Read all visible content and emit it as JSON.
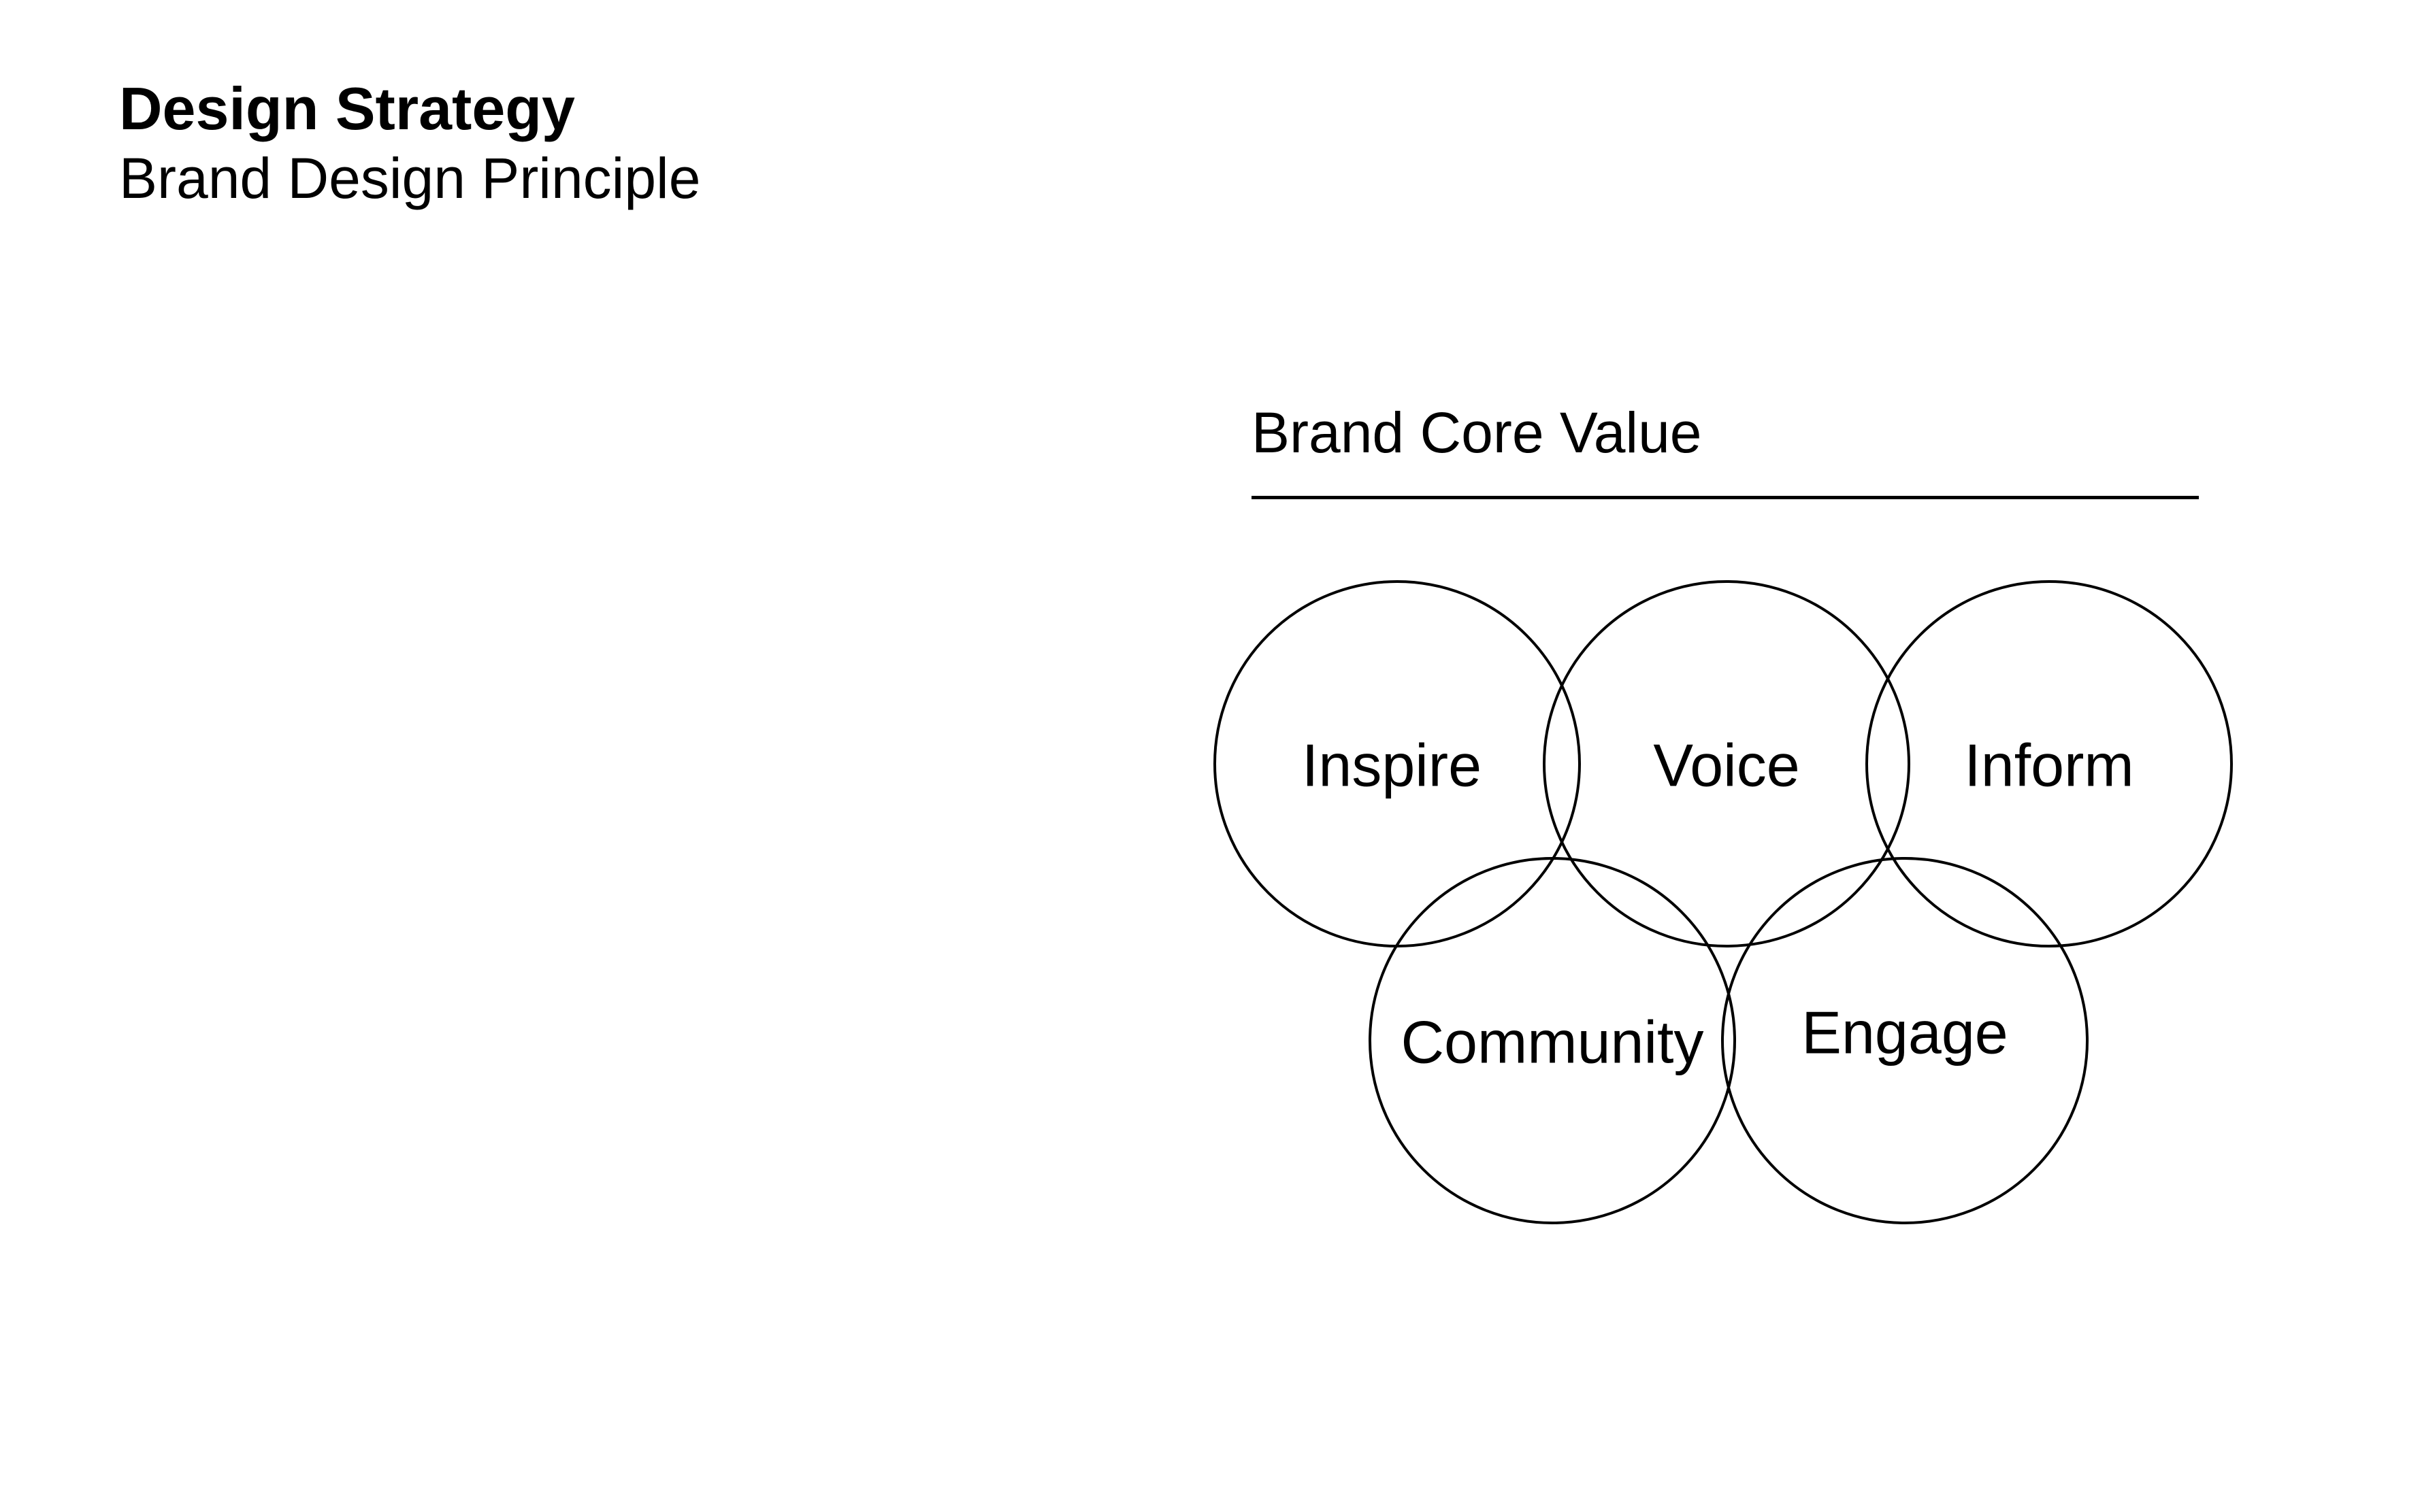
{
  "header": {
    "title": "Design Strategy",
    "subtitle": "Brand Design Principle"
  },
  "section": {
    "label": "Brand Core Value"
  },
  "values": {
    "inspire": "Inspire",
    "voice": "Voice",
    "inform": "Inform",
    "community": "Community",
    "engage": "Engage"
  },
  "colors": {
    "ink": "#000000",
    "background": "#ffffff"
  }
}
